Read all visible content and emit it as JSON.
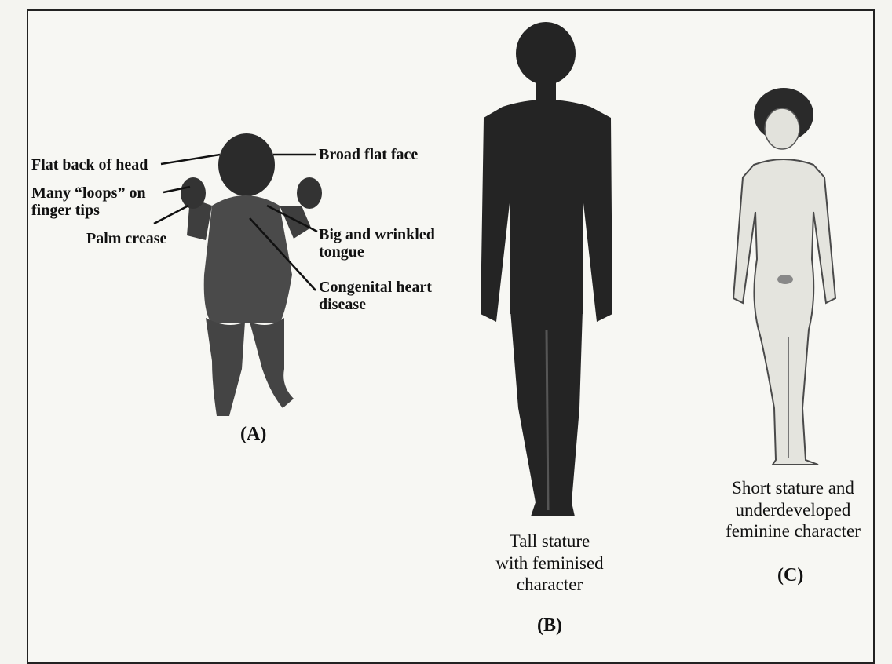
{
  "figure_A": {
    "labels": {
      "flat_back_of_head": "Flat back of head",
      "broad_flat_face": "Broad flat face",
      "many_loops_line1": "Many “loops” on",
      "many_loops_line2": "finger tips",
      "palm_crease": "Palm crease",
      "big_tongue_line1": "Big and wrinkled",
      "big_tongue_line2": "tongue",
      "heart_line1": "Congenital heart",
      "heart_line2": "disease"
    },
    "letter": "(A)"
  },
  "figure_B": {
    "caption_line1": "Tall stature",
    "caption_line2": "with feminised",
    "caption_line3": "character",
    "letter": "(B)"
  },
  "figure_C": {
    "caption_line1": "Short stature and",
    "caption_line2": "underdeveloped",
    "caption_line3": "feminine character",
    "letter": "(C)"
  }
}
